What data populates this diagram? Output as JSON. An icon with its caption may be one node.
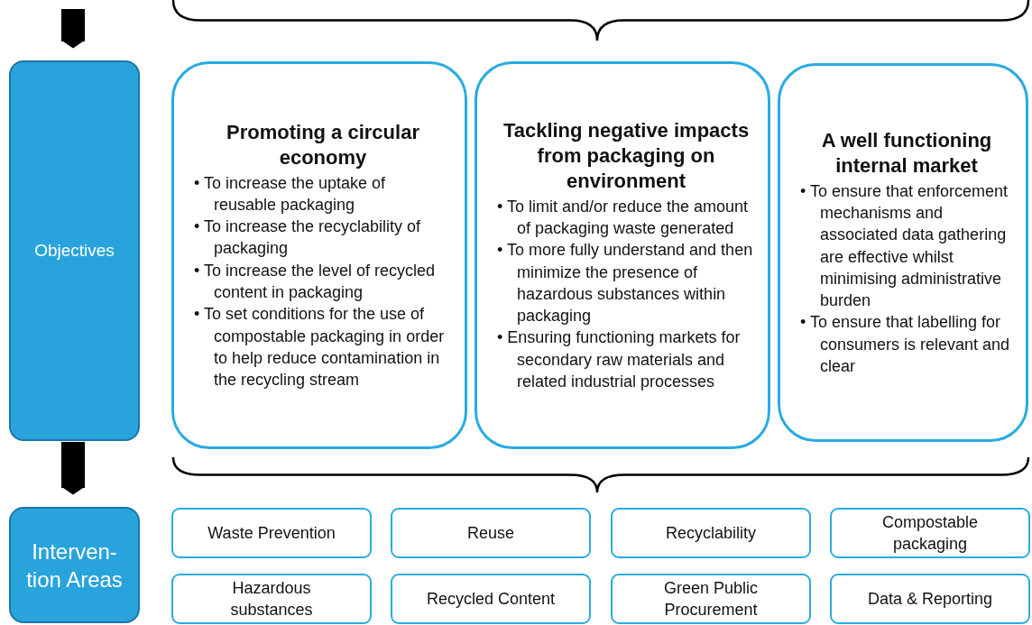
{
  "diagram": {
    "nodes": [
      {
        "text": [
          "Objectives"
        ]
      },
      {
        "text": [
          "Promoting a circular economy",
          "• To increase the uptake of reusable packaging",
          "• To increase the recyclability of packaging",
          "• To increase the level of recycled content in packaging",
          "• To set conditions for the use of compostable packaging in order to help reduce contamination in the recycling stream"
        ]
      },
      {
        "text": [
          "Tackling negative impacts from packaging on environment",
          "• To limit and/or reduce the amount of packaging waste generated",
          "• To more fully understand and then minimize the presence of hazardous substances within packaging",
          "• Ensuring functioning markets for secondary raw materials and related industrial processes"
        ]
      },
      {
        "text": [
          "A well functioning internal market",
          "• To ensure that enforcement mechanisms and associated data gathering are effective whilst minimising administrative burden",
          "• To ensure that labelling for consumers is relevant and clear"
        ]
      },
      {
        "text": [
          "Interven- tion Areas"
        ]
      },
      {
        "text": [
          "Waste Prevention"
        ]
      },
      {
        "text": [
          "Reuse"
        ]
      },
      {
        "text": [
          "Recyclability"
        ]
      },
      {
        "text": [
          "Compostable packaging"
        ]
      },
      {
        "text": [
          "Hazardous substances"
        ]
      },
      {
        "text": [
          "Recycled Content"
        ]
      },
      {
        "text": [
          "Green Public Procurement"
        ]
      },
      {
        "text": [
          "Data & Reporting"
        ]
      }
    ],
    "edges": [
      {
        "from": null,
        "to": 0,
        "arrow": "to"
      },
      {
        "from": 0,
        "to": 4,
        "arrow": "to"
      }
    ]
  }
}
